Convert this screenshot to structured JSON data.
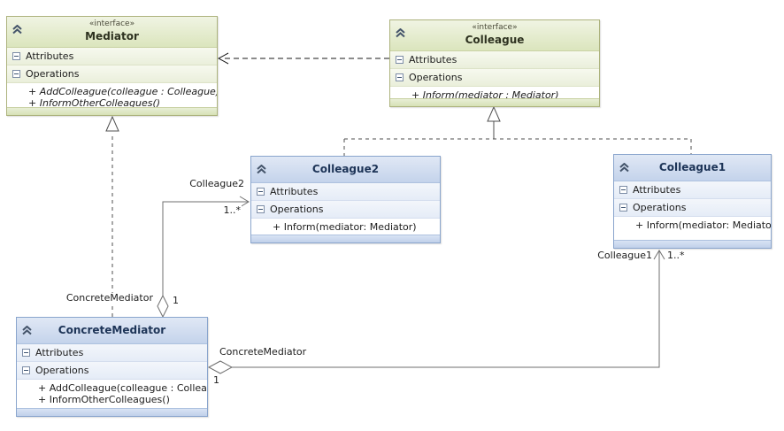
{
  "colors": {
    "green_header": "#dde6c2",
    "green_border": "#adb37e",
    "blue_header": "#c9d7ed",
    "blue_border": "#8aa5cd",
    "line_gray": "#6f6f6f",
    "line_dashed": "#4f4f4f",
    "dependency_black": "#1a1a1a",
    "icon_navy": "#44546a"
  },
  "icons": {
    "collapse_chevron": "double-chevron-up",
    "section_toggle": "minus-box"
  },
  "classes": [
    {
      "key": "mediator",
      "stereotype": "«interface»",
      "name": "Mediator",
      "attributes_label": "Attributes",
      "operations_label": "Operations",
      "operations": [
        "+ AddColleague(colleague : Colleague)",
        "+ InformOtherColleagues()"
      ]
    },
    {
      "key": "colleague",
      "stereotype": "«interface»",
      "name": "Colleague",
      "attributes_label": "Attributes",
      "operations_label": "Operations",
      "operations": [
        "+ Inform(mediator : Mediator)"
      ]
    },
    {
      "key": "colleague2",
      "name": "Colleague2",
      "attributes_label": "Attributes",
      "operations_label": "Operations",
      "operations": [
        "+ Inform(mediator: Mediator)"
      ]
    },
    {
      "key": "colleague1",
      "name": "Colleague1",
      "attributes_label": "Attributes",
      "operations_label": "Operations",
      "operations": [
        "+ Inform(mediator: Mediator)"
      ]
    },
    {
      "key": "concrete_mediator",
      "name": "ConcreteMediator",
      "attributes_label": "Attributes",
      "operations_label": "Operations",
      "operations": [
        "+ AddColleague(colleague : Colleague)",
        "+ InformOtherColleagues()"
      ]
    }
  ],
  "edges": {
    "colleague2_assoc": {
      "role": "Colleague2",
      "multiplicity": "1..*",
      "owner_role": "ConcreteMediator",
      "owner_multiplicity": "1"
    },
    "colleague1_assoc": {
      "role": "Colleague1",
      "multiplicity": "1..*",
      "owner_role": "ConcreteMediator",
      "owner_multiplicity": "1"
    }
  }
}
